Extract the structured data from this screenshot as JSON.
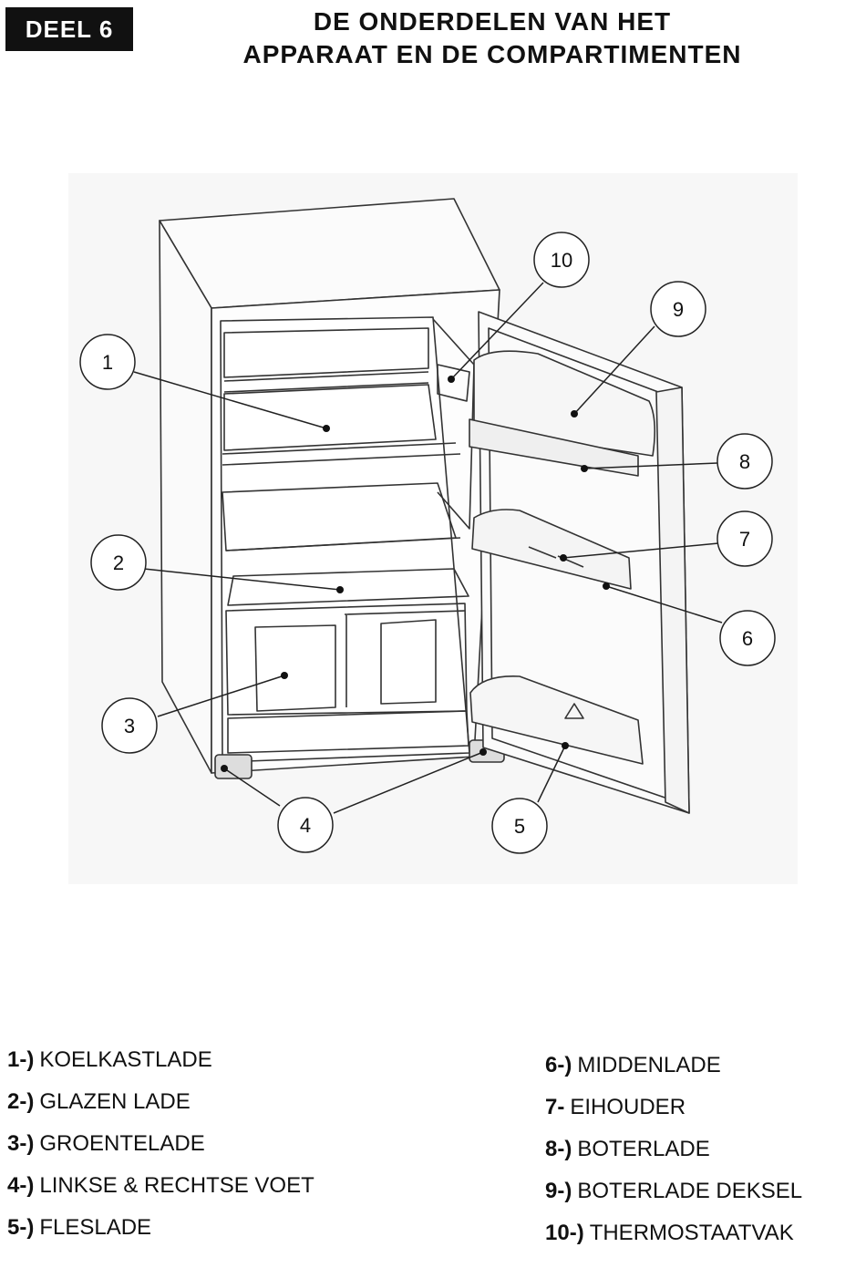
{
  "header": {
    "section": "DEEL 6",
    "title_line1": "DE ONDERDELEN VAN HET",
    "title_line2": "APPARAAT EN DE COMPARTIMENTEN"
  },
  "callouts": [
    "1",
    "2",
    "3",
    "4",
    "5",
    "6",
    "7",
    "8",
    "9",
    "10"
  ],
  "legend": {
    "left": [
      {
        "num": "1-)",
        "label": "KOELKASTLADE"
      },
      {
        "num": "2-)",
        "label": "GLAZEN LADE"
      },
      {
        "num": "3-)",
        "label": "GROENTELADE"
      },
      {
        "num": "4-)",
        "label": "LINKSE & RECHTSE VOET"
      },
      {
        "num": "5-)",
        "label": "FLESLADE"
      }
    ],
    "right": [
      {
        "num": "6-)",
        "label": "MIDDENLADE"
      },
      {
        "num": "7-",
        "label": "EIHOUDER"
      },
      {
        "num": "8-)",
        "label": "BOTERLADE"
      },
      {
        "num": "9-)",
        "label": "BOTERLADE DEKSEL"
      },
      {
        "num": "10-)",
        "label": "THERMOSTAATVAK"
      }
    ]
  }
}
